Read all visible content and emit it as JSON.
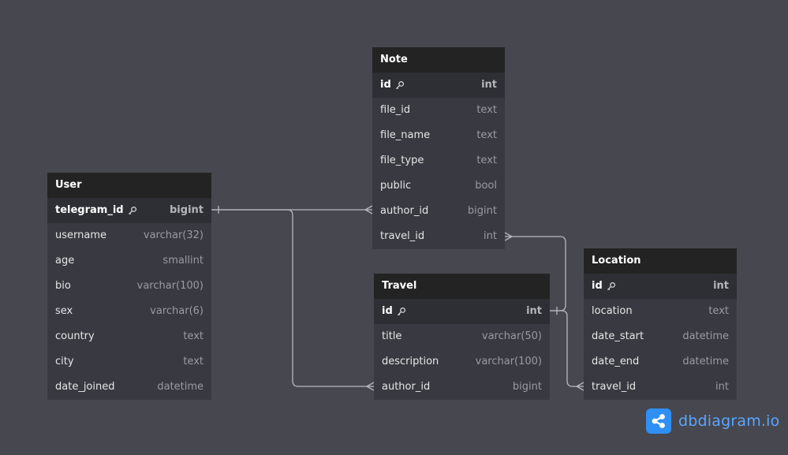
{
  "tables": {
    "user": {
      "name": "User",
      "fields": [
        {
          "name": "telegram_id",
          "type": "bigint"
        },
        {
          "name": "username",
          "type": "varchar(32)"
        },
        {
          "name": "age",
          "type": "smallint"
        },
        {
          "name": "bio",
          "type": "varchar(100)"
        },
        {
          "name": "sex",
          "type": "varchar(6)"
        },
        {
          "name": "country",
          "type": "text"
        },
        {
          "name": "city",
          "type": "text"
        },
        {
          "name": "date_joined",
          "type": "datetime"
        }
      ]
    },
    "note": {
      "name": "Note",
      "fields": [
        {
          "name": "id",
          "type": "int"
        },
        {
          "name": "file_id",
          "type": "text"
        },
        {
          "name": "file_name",
          "type": "text"
        },
        {
          "name": "file_type",
          "type": "text"
        },
        {
          "name": "public",
          "type": "bool"
        },
        {
          "name": "author_id",
          "type": "bigint"
        },
        {
          "name": "travel_id",
          "type": "int"
        }
      ]
    },
    "travel": {
      "name": "Travel",
      "fields": [
        {
          "name": "id",
          "type": "int"
        },
        {
          "name": "title",
          "type": "varchar(50)"
        },
        {
          "name": "description",
          "type": "varchar(100)"
        },
        {
          "name": "author_id",
          "type": "bigint"
        }
      ]
    },
    "location": {
      "name": "Location",
      "fields": [
        {
          "name": "id",
          "type": "int"
        },
        {
          "name": "location",
          "type": "text"
        },
        {
          "name": "date_start",
          "type": "datetime"
        },
        {
          "name": "date_end",
          "type": "datetime"
        },
        {
          "name": "travel_id",
          "type": "int"
        }
      ]
    }
  },
  "brand": {
    "name": "dbdiagram.io",
    "color": "#2f8ff4"
  },
  "colors": {
    "background": "#47474f",
    "table_body": "#393941",
    "table_header": "#232323",
    "connector": "#b8b8c0"
  }
}
